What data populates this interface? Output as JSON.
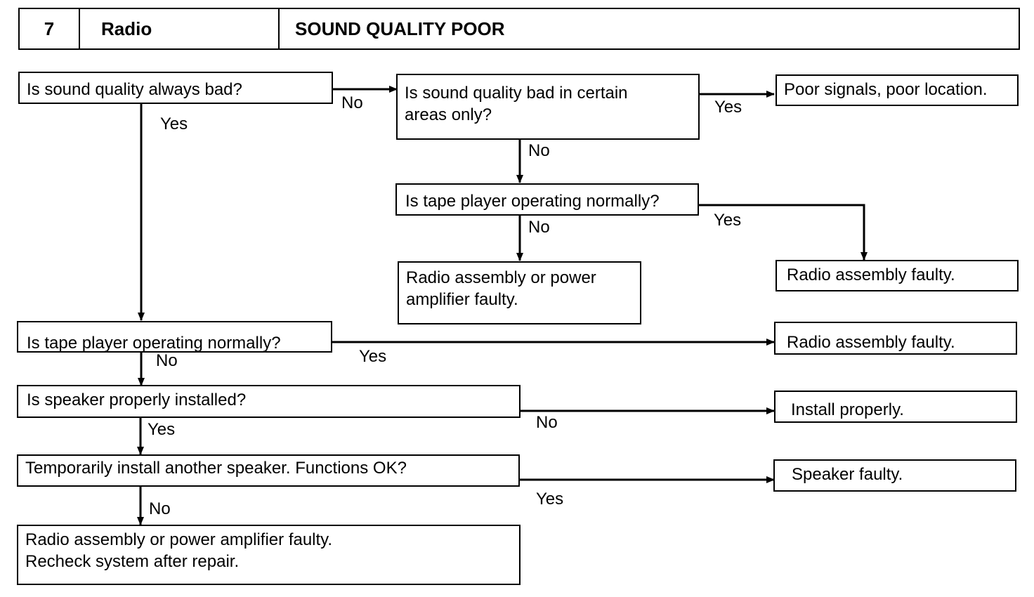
{
  "header": {
    "number": "7",
    "system": "Radio",
    "title": "SOUND QUALITY POOR"
  },
  "boxes": {
    "q_always_bad": "Is sound quality always bad?",
    "q_certain_areas_line1": "Is sound quality bad in certain",
    "q_certain_areas_line2": "areas only?",
    "r_poor_signals": "Poor signals, poor location.",
    "q_tape_upper": "Is tape player operating normally?",
    "r_radio_amp_upper_line1": "Radio assembly or power",
    "r_radio_amp_upper_line2": "amplifier faulty.",
    "r_radio_faulty_upper": "Radio assembly faulty.",
    "q_tape_lower": "Is tape player operating normally?",
    "r_radio_faulty_lower": "Radio assembly faulty.",
    "q_speaker_installed": "Is speaker properly installed?",
    "r_install_properly": "Install properly.",
    "q_temp_speaker": "Temporarily install another speaker. Functions OK?",
    "r_speaker_faulty": "Speaker faulty.",
    "r_final_line1": "Radio assembly or power amplifier faulty.",
    "r_final_line2": "Recheck system after repair."
  },
  "labels": {
    "always_bad_no": "No",
    "always_bad_yes": "Yes",
    "certain_areas_yes": "Yes",
    "certain_areas_no": "No",
    "tape_upper_yes": "Yes",
    "tape_upper_no": "No",
    "tape_lower_no": "No",
    "tape_lower_yes": "Yes",
    "speaker_yes": "Yes",
    "speaker_no": "No",
    "temp_no": "No",
    "temp_yes": "Yes"
  }
}
